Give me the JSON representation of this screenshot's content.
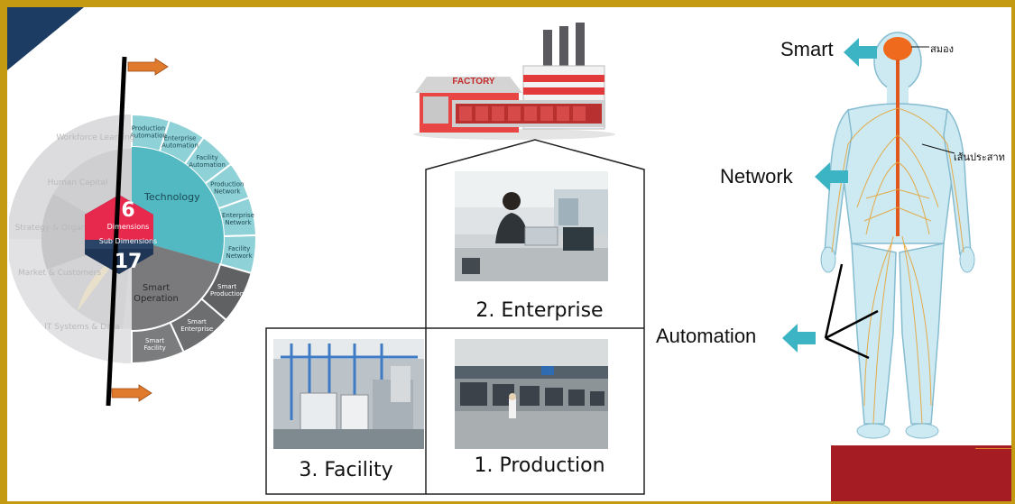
{
  "wheel": {
    "center_top_number": "6",
    "center_top_label": "Dimensions",
    "center_bottom_label": "Sub Dimensions",
    "center_bottom_number": "17",
    "technology_label": "Technology",
    "smart_operation_label": "Smart Operation",
    "outer_technology": [
      "Production Automation",
      "Enterprise Automation",
      "Facility Automation",
      "Production Network",
      "Enterprise Network",
      "Facility Network"
    ],
    "outer_operation": [
      "Smart Production",
      "Smart Enterprise",
      "Smart Facility"
    ],
    "faded_labels": [
      "Workforce Learning",
      "Human Capital",
      "Strategy & Organization",
      "Market & Customers",
      "IT Systems & Data"
    ]
  },
  "factory": {
    "sign": "FACTORY"
  },
  "boxes": {
    "enterprise": "2. Enterprise",
    "facility": "3. Facility",
    "production": "1. Production"
  },
  "body": {
    "smart": "Smart",
    "network": "Network",
    "automation": "Automation",
    "brain": "สมอง",
    "nerve": "เส้นประสาท"
  },
  "colors": {
    "frame": "#c49a12",
    "navy": "#1c3c64",
    "crimson": "#a51d22",
    "teal": "#45b3bd",
    "arrow_teal": "#3cb4c4",
    "arrow_orange": "#e07a2c"
  }
}
